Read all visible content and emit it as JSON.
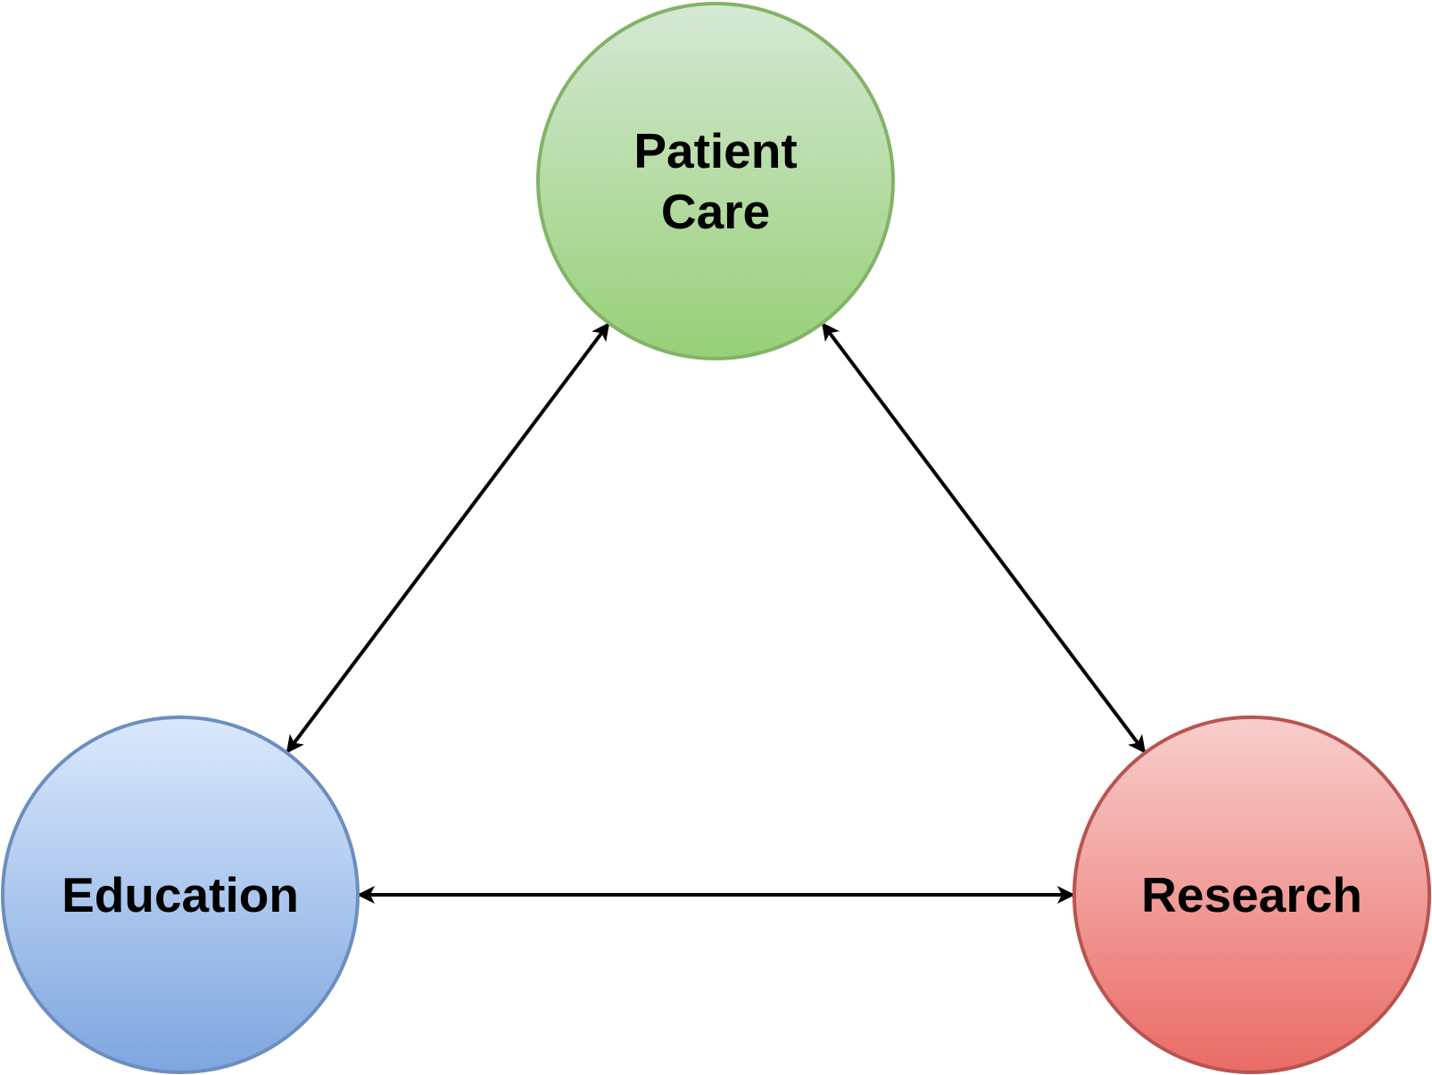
{
  "nodes": [
    {
      "id": "patient-care",
      "lines": [
        "Patient",
        "Care"
      ],
      "fill_top": "#d5e8d4",
      "fill_bottom": "#97d077",
      "stroke": "#82b366"
    },
    {
      "id": "education",
      "lines": [
        "Education"
      ],
      "fill_top": "#dae8fc",
      "fill_bottom": "#7ea6e0",
      "stroke": "#6c8ebf"
    },
    {
      "id": "research",
      "lines": [
        "Research"
      ],
      "fill_top": "#f8cecc",
      "fill_bottom": "#ea6b66",
      "stroke": "#b85450"
    }
  ],
  "edges": [
    {
      "from": "patient-care",
      "to": "education",
      "direction": "both"
    },
    {
      "from": "patient-care",
      "to": "research",
      "direction": "both"
    },
    {
      "from": "education",
      "to": "research",
      "direction": "both"
    }
  ],
  "colors": {
    "edge": "#000000",
    "background": "#ffffff"
  }
}
